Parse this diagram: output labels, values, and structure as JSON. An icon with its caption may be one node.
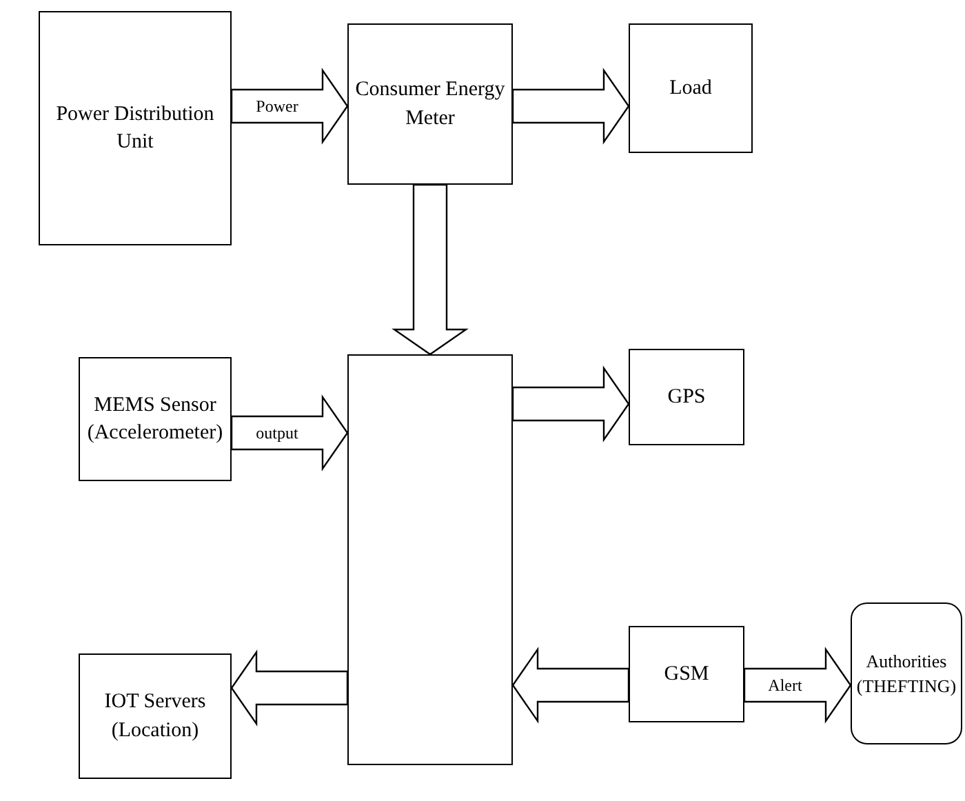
{
  "diagram": {
    "nodes": [
      {
        "text": [
          "Power Distribution Unit"
        ]
      },
      {
        "text": [
          "Consumer Energy Meter"
        ]
      },
      {
        "text": [
          "Load"
        ]
      },
      {
        "text": [
          "MEMS Sensor (Accelerometer)"
        ]
      },
      {
        "text": [],
        "shape": "box"
      },
      {
        "text": [
          "GPS"
        ]
      },
      {
        "text": [
          "IOT Servers (Location)"
        ]
      },
      {
        "text": [
          "GSM"
        ]
      },
      {
        "text": [
          "Authorities (THEFTING)"
        ]
      }
    ],
    "edges": [
      {
        "from": 0,
        "to": 1,
        "arrow": "to",
        "label": "Power"
      },
      {
        "from": 1,
        "to": 2,
        "arrow": "to"
      },
      {
        "from": 1,
        "to": 4,
        "arrow": "to"
      },
      {
        "from": 3,
        "to": 4,
        "arrow": "to",
        "label": "output"
      },
      {
        "from": 4,
        "to": 5,
        "arrow": "to"
      },
      {
        "from": 4,
        "to": 6,
        "arrow": "to"
      },
      {
        "from": 7,
        "to": 4,
        "arrow": "to"
      },
      {
        "from": 7,
        "to": 8,
        "arrow": "to",
        "label": "Alert"
      }
    ]
  }
}
